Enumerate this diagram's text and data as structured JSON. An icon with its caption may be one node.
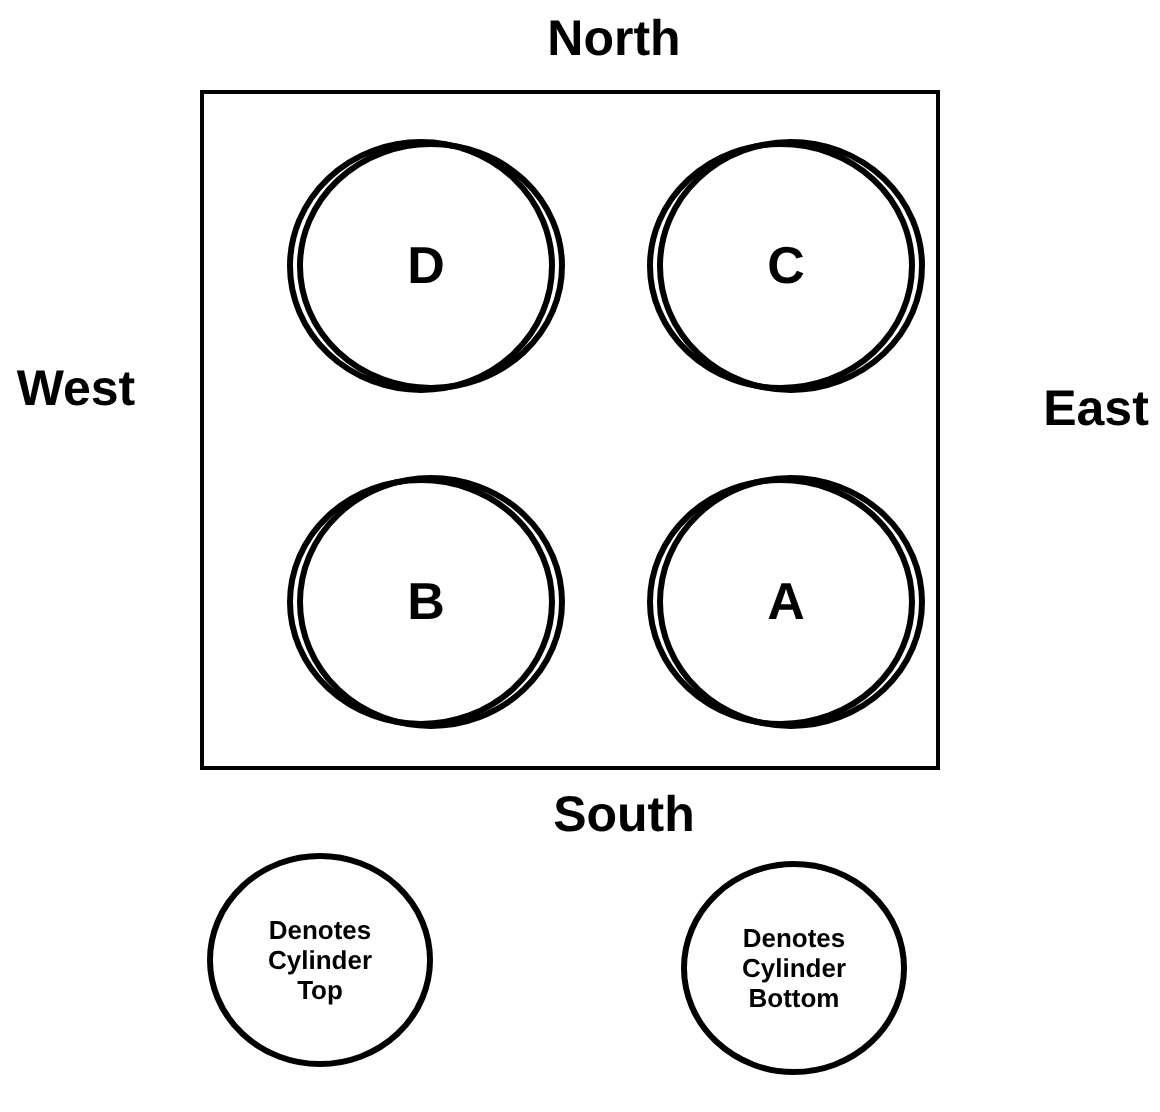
{
  "diagram": {
    "nodes": [
      {
        "text": [],
        "shape": "box"
      },
      {
        "text": [
          "D"
        ],
        "in": 0
      },
      {
        "text": [
          "C"
        ],
        "in": 0
      },
      {
        "text": [
          "B"
        ],
        "in": 0
      },
      {
        "text": [
          "A"
        ],
        "in": 0
      },
      {
        "text": [
          "Denotes Cylinder Top"
        ]
      },
      {
        "text": [
          "Denotes Cylinder Bottom"
        ]
      }
    ],
    "edges": [],
    "labels": [
      "North",
      "West",
      "East",
      "South"
    ]
  }
}
